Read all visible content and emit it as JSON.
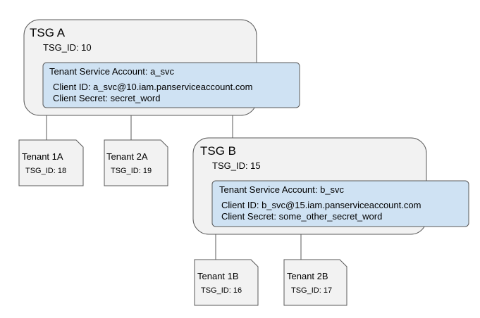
{
  "tsg_a": {
    "title": "TSG A",
    "id": "TSG_ID: 10",
    "account": {
      "title": "Tenant Service Account: a_svc",
      "client_id": "Client ID: a_svc@10.iam.panserviceaccount.com",
      "client_secret": "Client Secret: secret_word"
    }
  },
  "tsg_b": {
    "title": "TSG B",
    "id": "TSG_ID: 15",
    "account": {
      "title": "Tenant Service Account: b_svc",
      "client_id": "Client ID: b_svc@15.iam.panserviceaccount.com",
      "client_secret": "Client Secret: some_other_secret_word"
    }
  },
  "tenants": {
    "t1a": {
      "title": "Tenant 1A",
      "id": "TSG_ID: 18"
    },
    "t2a": {
      "title": "Tenant 2A",
      "id": "TSG_ID: 19"
    },
    "t1b": {
      "title": "Tenant 1B",
      "id": "TSG_ID: 16"
    },
    "t2b": {
      "title": "Tenant 2B",
      "id": "TSG_ID: 17"
    }
  }
}
